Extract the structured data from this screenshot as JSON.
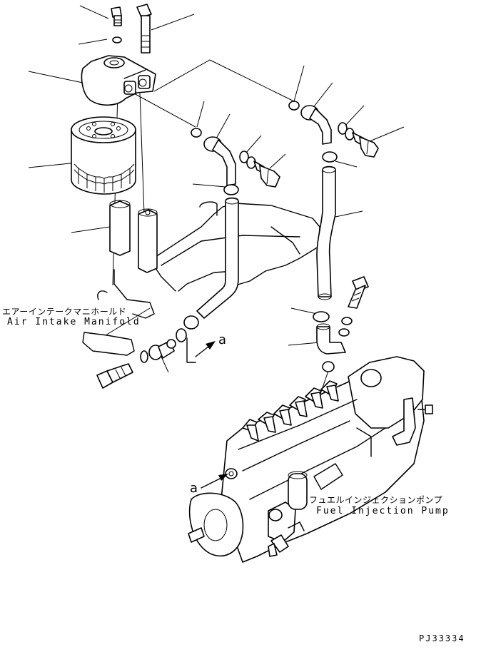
{
  "labels": {
    "air_intake_jp": "エアーインテークマニホールド",
    "air_intake_en": "Air Intake Manifold",
    "fuel_pump_jp": "フュエルインジェクションポンプ",
    "fuel_pump_en": "Fuel Injection Pump",
    "arrow_a_1": "a",
    "arrow_a_2": "a",
    "drawing_no": "PJ33334"
  }
}
